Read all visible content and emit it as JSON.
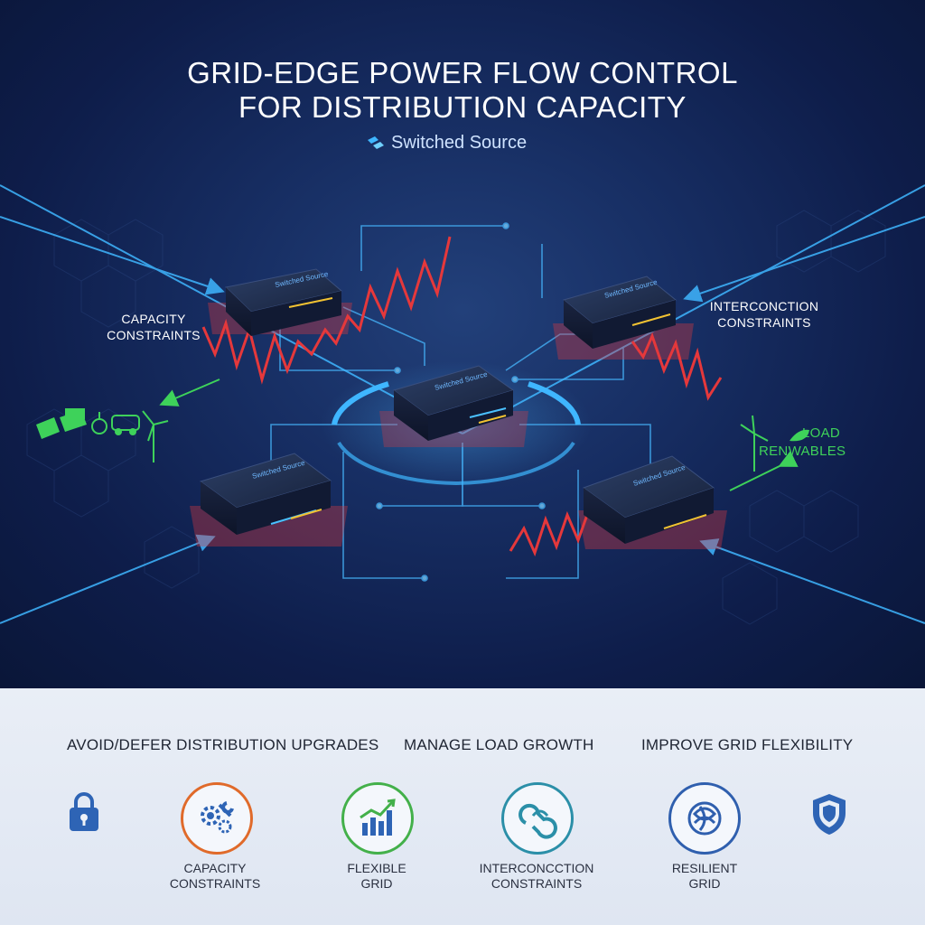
{
  "header": {
    "title_line1": "GRID-EDGE POWER FLOW CONTROL",
    "title_line2": "FOR DISTRIBUTION CAPACITY",
    "brand": "Switched Source"
  },
  "diagram": {
    "label_left": [
      "CAPACITY",
      "CONSTRAINTS"
    ],
    "label_right": [
      "INTERCONCTION",
      "CONSTRAINTS"
    ],
    "label_load": "LOAD",
    "label_renewables": "RENWABLES",
    "device_logo": "Switched Source",
    "colors": {
      "accent_blue": "#3fb6ff",
      "spike_red": "#e5383b",
      "green": "#3ed25a"
    }
  },
  "benefits": {
    "headings": [
      "AVOID/DEFER DISTRIBUTION UPGRADES",
      "MANAGE LOAD GROWTH",
      "IMPROVE GRID FLEXIBILITY"
    ],
    "icons": [
      {
        "icon": "lock-icon"
      },
      {
        "icon": "gears-wrench-icon",
        "label": [
          "CAPACITY",
          "CONSTRAINTS"
        ],
        "color": "#e06a2a"
      },
      {
        "icon": "bar-chart-icon",
        "label": [
          "FLEXIBLE",
          "GRID"
        ],
        "color": "#43b04a"
      },
      {
        "icon": "interconnect-icon",
        "label": [
          "INTERCONCCTION",
          "CONSTRAINTS"
        ],
        "color": "#2b8fa8"
      },
      {
        "icon": "resilient-icon",
        "label": [
          "RESILIENT",
          "GRID"
        ],
        "color": "#2f5fae"
      },
      {
        "icon": "shield-icon"
      }
    ]
  }
}
